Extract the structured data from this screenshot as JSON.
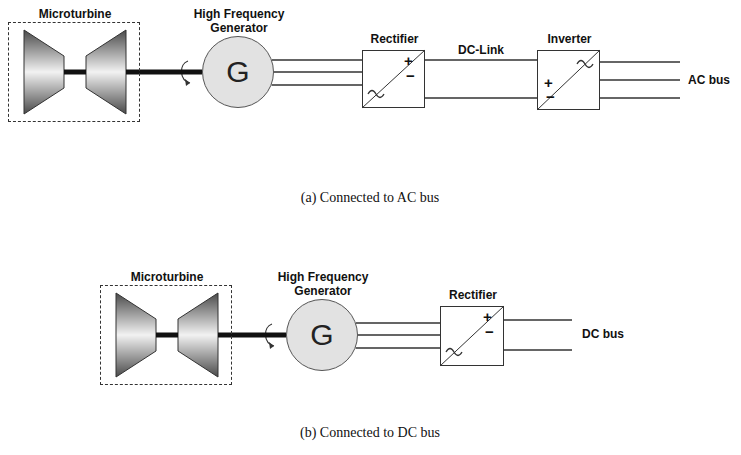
{
  "diagram": {
    "nodes": [
      {
        "text": [
          "Microturbine"
        ]
      },
      {
        "text": [
          "High Frequency Generator",
          "G"
        ]
      },
      {
        "text": [
          "Rectifier",
          "+",
          "−"
        ]
      },
      {
        "text": [
          "Inverter",
          "+",
          "−"
        ]
      },
      {
        "text": [
          "Microturbine"
        ]
      },
      {
        "text": [
          "High Frequency Generator",
          "G"
        ]
      },
      {
        "text": [
          "Rectifier",
          "+",
          "−"
        ]
      }
    ],
    "edges": [
      {
        "from": 0,
        "to": 1,
        "arrow": "none"
      },
      {
        "from": 1,
        "to": 2,
        "arrow": "none"
      },
      {
        "from": 2,
        "to": 3,
        "label": "DC-Link",
        "arrow": "none"
      },
      {
        "from": 4,
        "to": 5,
        "arrow": "none"
      },
      {
        "from": 5,
        "to": 6,
        "arrow": "none"
      }
    ],
    "labels": [
      "AC bus",
      "(a) Connected to AC bus",
      "DC bus",
      "(b) Connected to DC bus"
    ]
  }
}
